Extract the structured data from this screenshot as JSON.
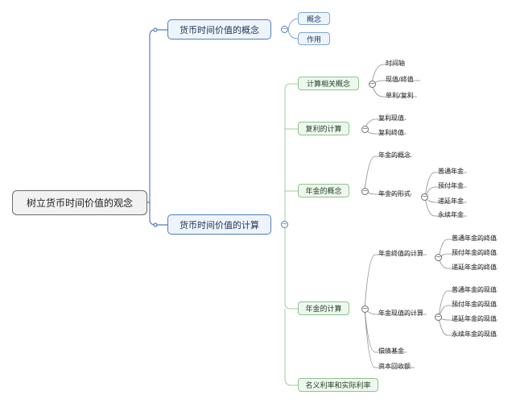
{
  "root": {
    "label": "树立货币时间价值的观念"
  },
  "branch1": {
    "label": "货币时间价值的概念",
    "children": [
      "概念",
      "作用"
    ]
  },
  "branch2": {
    "label": "货币时间价值的计算",
    "sections": {
      "s1": {
        "label": "计算相关概念",
        "leaves": [
          "时间轴",
          "现值/终值",
          "单利/复利"
        ]
      },
      "s2": {
        "label": "复利的计算",
        "leaves": [
          "复利现值",
          "复利终值"
        ]
      },
      "s3": {
        "label": "年金的概念",
        "leaves": [
          "年金的概念",
          "年金的形式"
        ],
        "forms": [
          "普通年金",
          "预付年金",
          "递延年金",
          "永续年金"
        ]
      },
      "s4": {
        "label": "年金的计算",
        "fv": {
          "label": "年金终值的计算",
          "items": [
            "普通年金的终值",
            "预付年金的终值",
            "递延年金的终值"
          ]
        },
        "pv": {
          "label": "年金现值的计算",
          "items": [
            "普通年金的现值",
            "预付年金的现值",
            "递延年金的现值",
            "永续年金的现值"
          ]
        },
        "others": [
          "偿债基金",
          "资本回收额"
        ]
      },
      "s5": {
        "label": "名义利率和实际利率"
      }
    }
  },
  "colors": {
    "blue_border": "#4f7fbf",
    "green_line": "#9ccf9c",
    "gray_line": "#6e6e6e",
    "root_bg": "#f2f2f2"
  }
}
